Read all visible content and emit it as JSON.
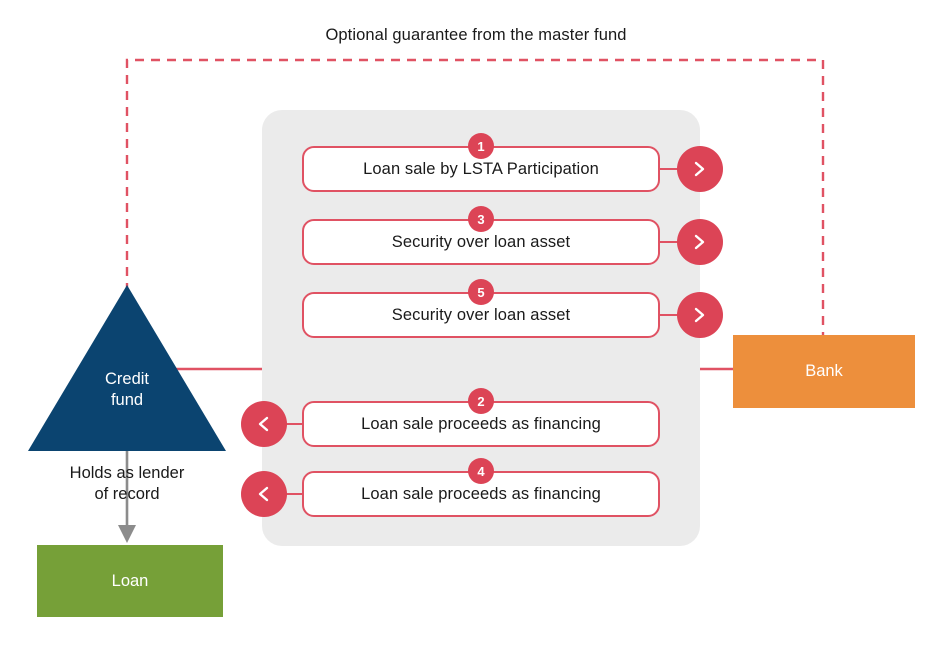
{
  "diagram": {
    "guarantee_note": "Optional guarantee from the master fund",
    "colors": {
      "accent_red": "#DC4456",
      "box_border_red": "#E05263",
      "panel_grey": "#EBEBEB",
      "credit_fund_navy": "#0B4470",
      "loan_green": "#76A038",
      "bank_orange": "#ED8F3C",
      "arrow_grey": "#8C8C8C"
    },
    "entities": {
      "credit_fund": {
        "label": "Credit\nfund",
        "line1": "Credit",
        "line2": "fund"
      },
      "loan": {
        "label": "Loan"
      },
      "bank": {
        "label": "Bank"
      }
    },
    "captions": {
      "lender_of_record_line1": "Holds as lender",
      "lender_of_record_line2": "of record"
    },
    "steps": [
      {
        "number": "1",
        "label": "Loan sale by LSTA Participation",
        "direction": "right"
      },
      {
        "number": "3",
        "label": "Security over loan asset",
        "direction": "right"
      },
      {
        "number": "5",
        "label": "Security over loan asset",
        "direction": "right"
      },
      {
        "number": "2",
        "label": "Loan sale proceeds as financing",
        "direction": "left"
      },
      {
        "number": "4",
        "label": "Loan sale proceeds as financing",
        "direction": "left"
      }
    ]
  }
}
